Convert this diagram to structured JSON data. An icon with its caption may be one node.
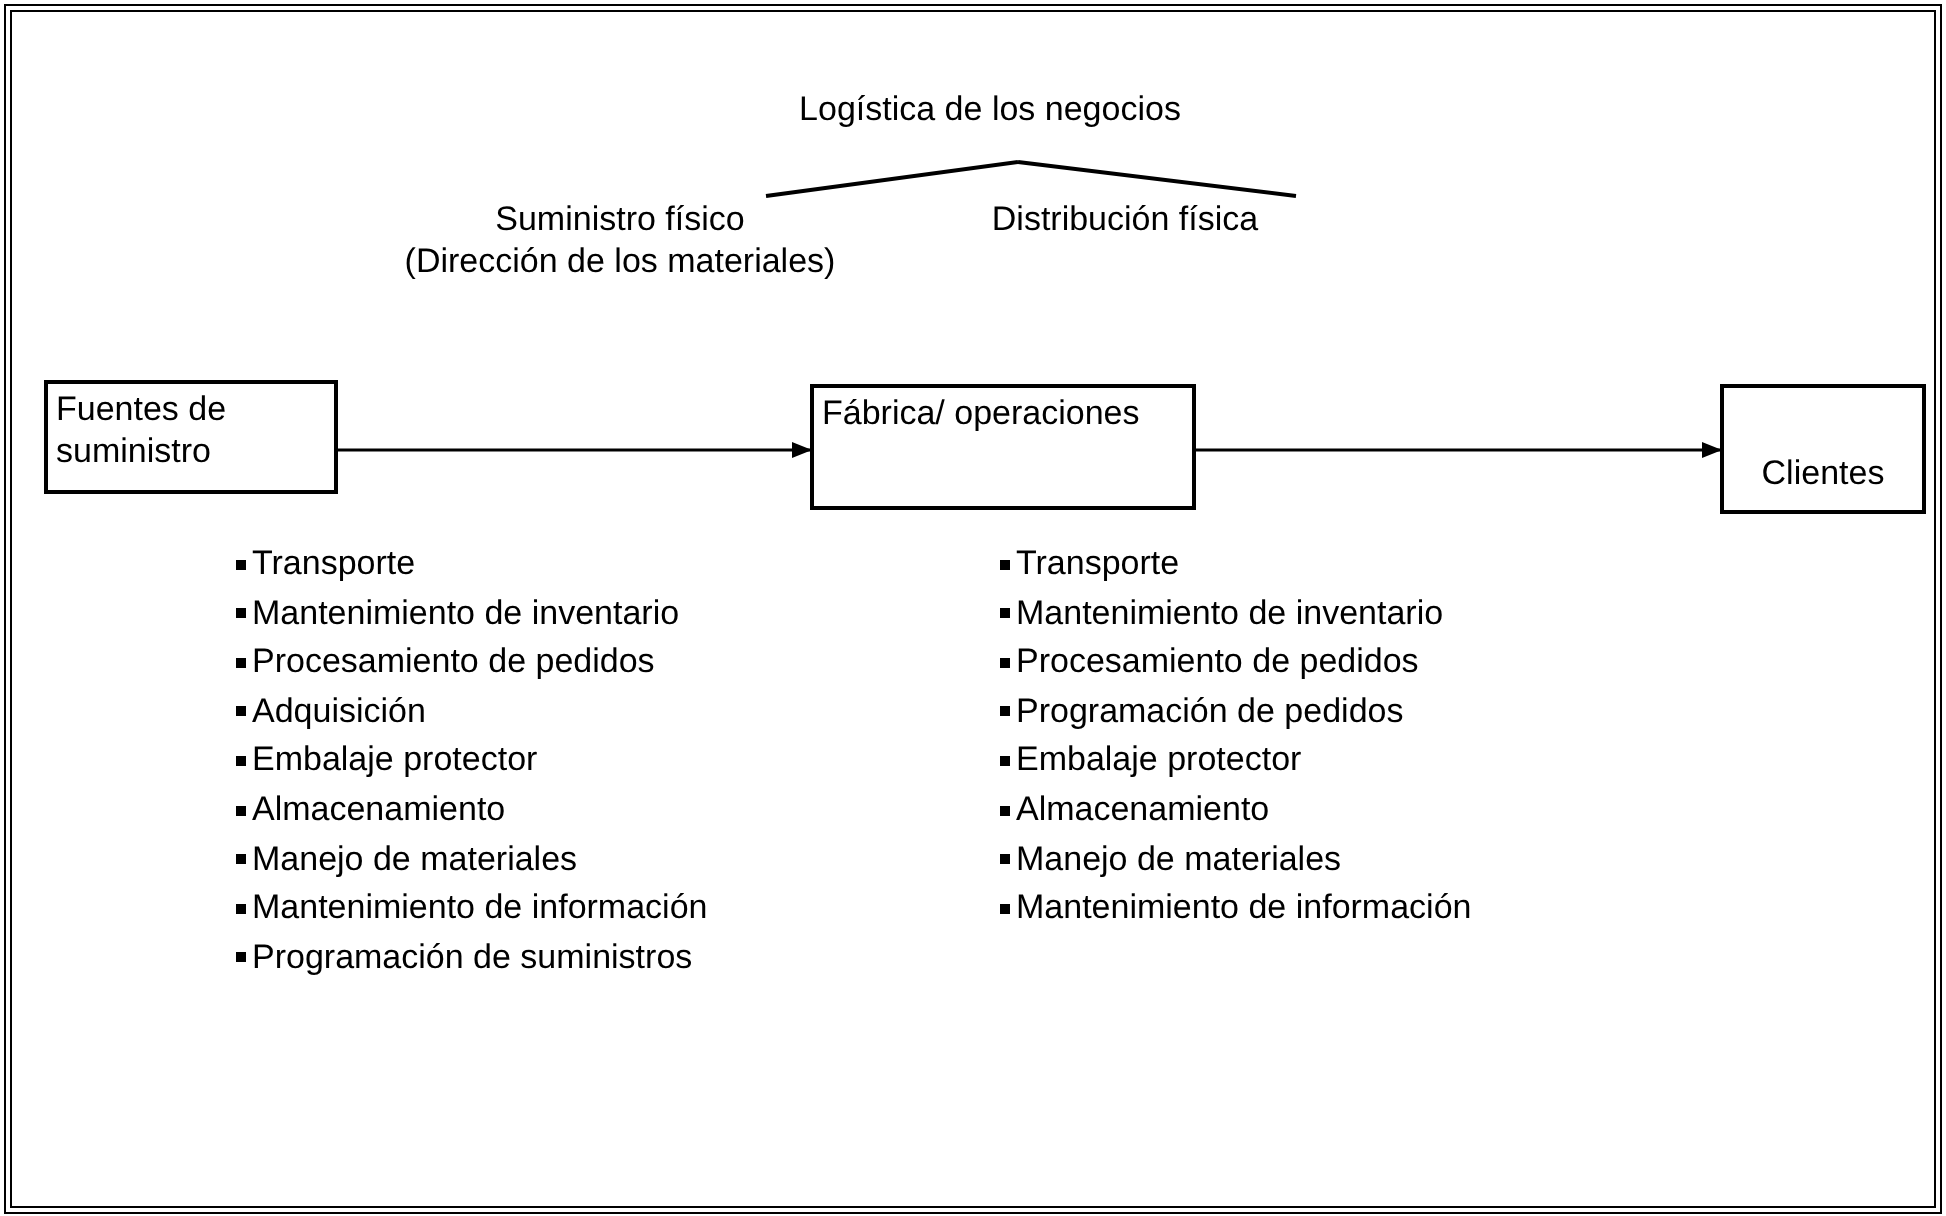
{
  "diagram": {
    "nodes": [
      {
        "text": [
          "Logística de los negocios"
        ]
      },
      {
        "text": [
          "Suministro físico",
          "(Dirección de los materiales)"
        ]
      },
      {
        "text": [
          "Distribución física"
        ]
      },
      {
        "text": [
          "Fuentes de suministro"
        ]
      },
      {
        "text": [
          "Fábrica/ operaciones"
        ]
      },
      {
        "text": [
          "Clientes"
        ]
      }
    ],
    "edges": [
      {
        "from": 0,
        "to": 1,
        "arrow": "none"
      },
      {
        "from": 0,
        "to": 2,
        "arrow": "none"
      },
      {
        "from": 3,
        "to": 4,
        "arrow": "to"
      },
      {
        "from": 4,
        "to": 5,
        "arrow": "to"
      }
    ],
    "labels": [
      "Transporte",
      "Mantenimiento de inventario",
      "Procesamiento de pedidos",
      "Adquisición",
      "Embalaje protector",
      "Almacenamiento",
      "Manejo de materiales",
      "Mantenimiento de información",
      "Programación de suministros",
      "Transporte",
      "Mantenimiento de inventario",
      "Procesamiento de pedidos",
      "Programación de pedidos",
      "Embalaje protector",
      "Almacenamiento",
      "Manejo de materiales",
      "Mantenimiento de información"
    ]
  }
}
